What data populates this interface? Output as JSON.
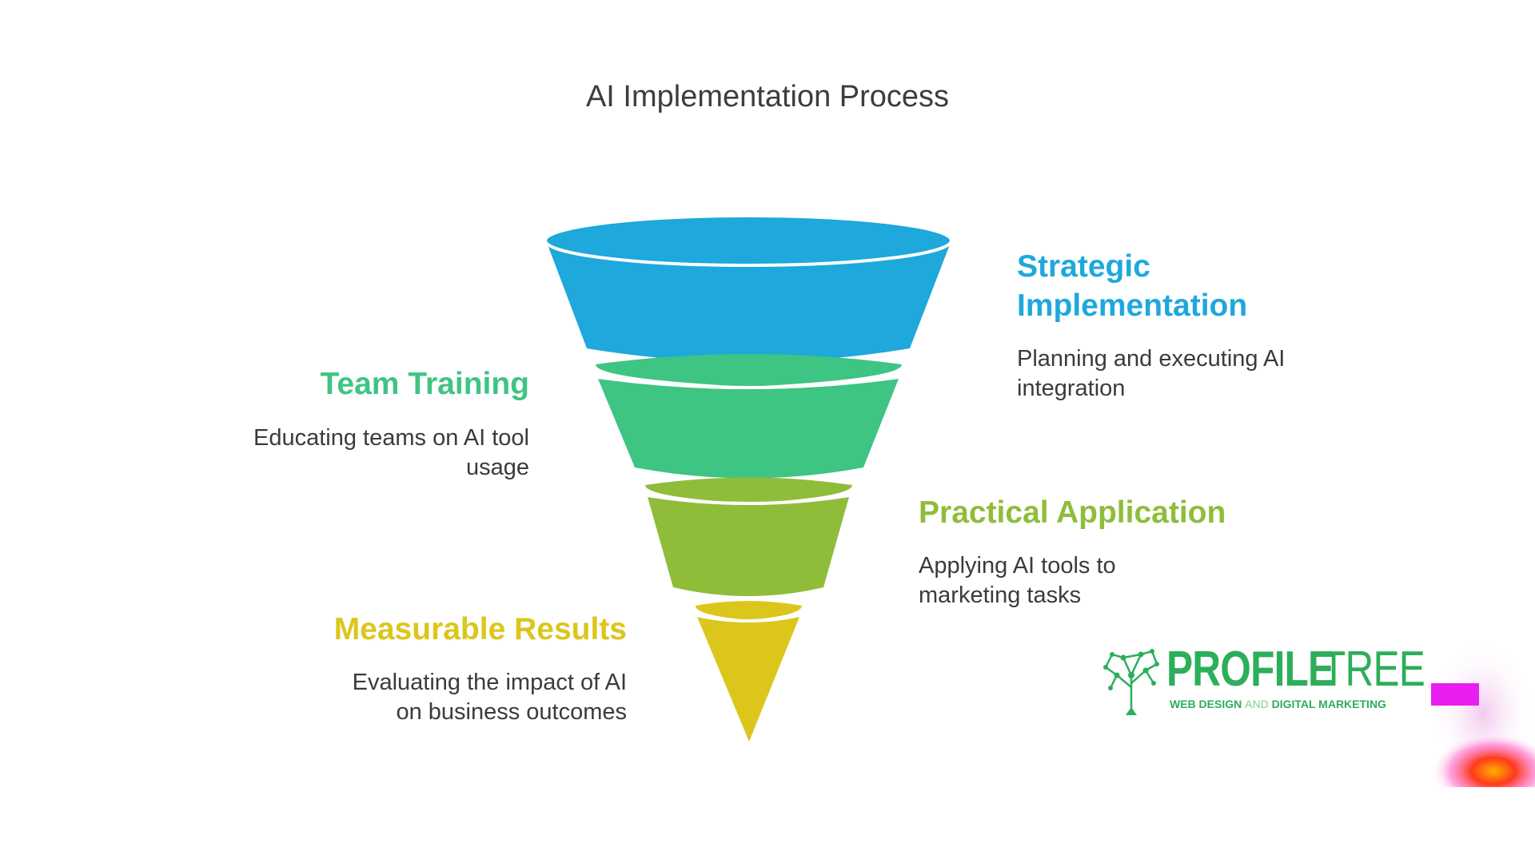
{
  "title": "AI Implementation Process",
  "colors": {
    "blue": "#1ea8dc",
    "green": "#3ec483",
    "lime": "#8fbd3a",
    "yellow": "#dcc61c",
    "text": "#3b3b3b",
    "logo_green": "#2cae5a"
  },
  "stages": [
    {
      "heading": "Strategic Implementation",
      "heading_lines": [
        "Strategic",
        "Implementation"
      ],
      "description_lines": [
        "Planning and executing AI",
        "integration"
      ],
      "color": "#1ea8dc"
    },
    {
      "heading": "Team Training",
      "description_lines": [
        "Educating teams on AI tool",
        "usage"
      ],
      "color": "#3ec483"
    },
    {
      "heading": "Practical Application",
      "description_lines": [
        "Applying AI tools to",
        "marketing tasks"
      ],
      "color": "#8fbd3a"
    },
    {
      "heading": "Measurable Results",
      "description_lines": [
        "Evaluating the impact of AI",
        "on business outcomes"
      ],
      "color": "#dcc61c"
    }
  ],
  "logo": {
    "word_bold": "PROFILE",
    "word_light": "TREE",
    "tagline_a": "WEB DESIGN",
    "tagline_b": "AND",
    "tagline_c": "DIGITAL MARKETING",
    "icon": "tree-network-icon"
  }
}
